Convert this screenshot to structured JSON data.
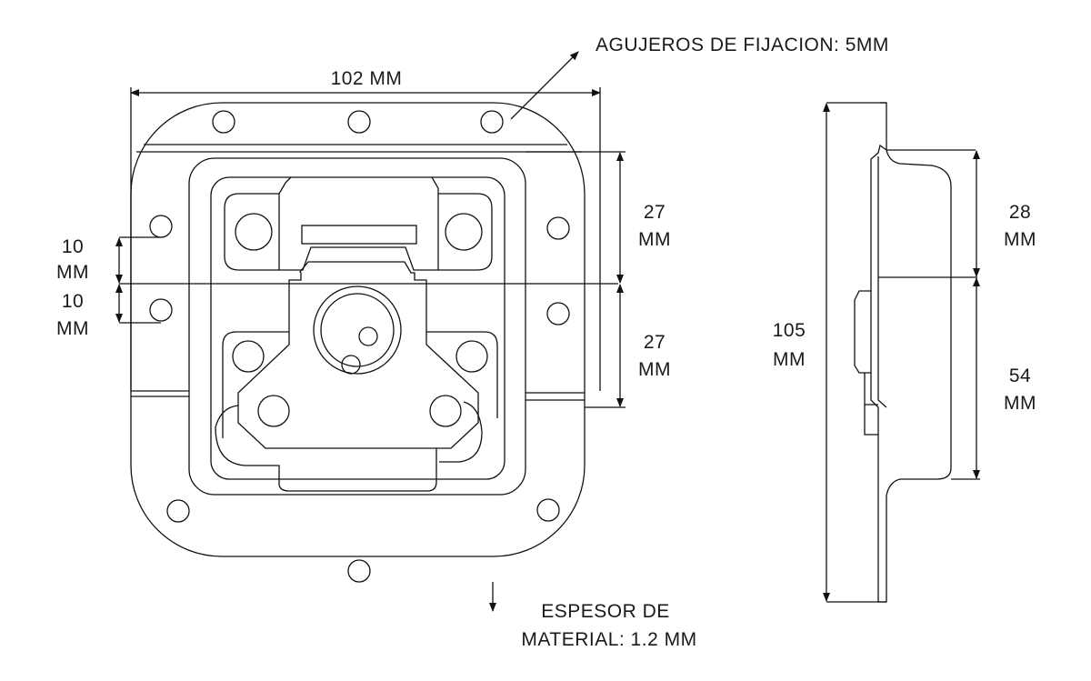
{
  "front_view": {
    "width_label": "102 MM",
    "holes_label": "AGUJEROS DE FIJACION: 5MM",
    "left_dims": [
      {
        "value": "10",
        "unit": "MM"
      },
      {
        "value": "10",
        "unit": "MM"
      }
    ],
    "right_dims": [
      {
        "value": "27",
        "unit": "MM"
      },
      {
        "value": "27",
        "unit": "MM"
      }
    ],
    "thickness_label_line1": "ESPESOR DE",
    "thickness_label_line2": "MATERIAL: 1.2 MM"
  },
  "side_view": {
    "height_dim": {
      "value": "105",
      "unit": "MM"
    },
    "right_dims": [
      {
        "value": "28",
        "unit": "MM"
      },
      {
        "value": "54",
        "unit": "MM"
      }
    ]
  },
  "colors": {
    "line": "#111111",
    "background": "#ffffff"
  }
}
